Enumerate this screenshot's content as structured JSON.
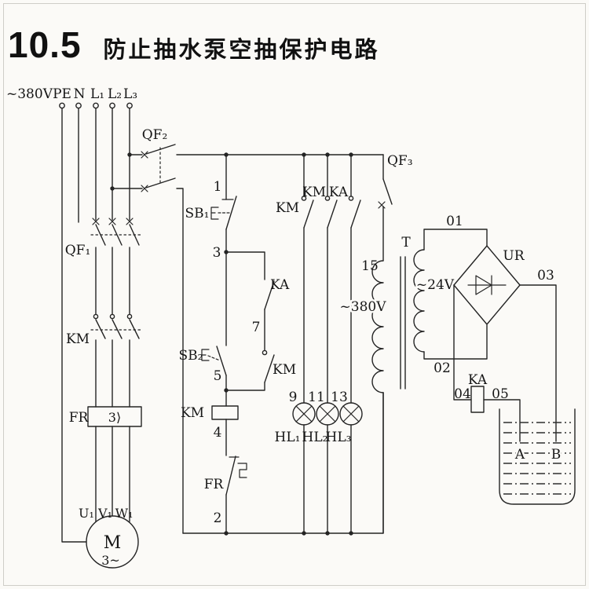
{
  "title": {
    "number": "10.5",
    "text": "防止抽水泵空抽保护电路"
  },
  "supply": {
    "voltage": "~380V",
    "pe": "PE",
    "n": "N",
    "l1": "L₁",
    "l2": "L₂",
    "l3": "L₃"
  },
  "main": {
    "qf1": "QF₁",
    "km": "KM",
    "fr": "FR",
    "fr_element": "3⟩",
    "u1": "U₁",
    "v1": "V₁",
    "w1": "W₁",
    "motor_letter": "M",
    "motor_phases": "3~"
  },
  "control": {
    "qf2": "QF₂",
    "sb1": "SB₁",
    "sb2": "SB₂",
    "ka_contact": "KA",
    "km_seal": "KM",
    "km_coil": "KM",
    "fr_contact": "FR",
    "node1": "1",
    "node2": "2",
    "node3": "3",
    "node4": "4",
    "node5": "5",
    "node7": "7"
  },
  "lamps": {
    "km_contact1": "KM",
    "km_contact2": "KM",
    "ka_contact3": "KA",
    "node9": "9",
    "node11": "11",
    "node13": "13",
    "hl1": "HL₁",
    "hl2": "HL₂",
    "hl3": "HL₃"
  },
  "transformer": {
    "qf3": "QF₃",
    "node15": "15",
    "primary_voltage": "~380V",
    "symbol": "T",
    "secondary_voltage": "~24V",
    "node01": "01",
    "node02": "02"
  },
  "rectifier": {
    "label": "UR",
    "node03": "03"
  },
  "relay": {
    "ka_coil": "KA",
    "node04": "04",
    "node05": "05",
    "electrode_a": "A",
    "electrode_b": "B"
  },
  "colors": {
    "ink": "#242424",
    "paper": "#fbfaf7"
  }
}
